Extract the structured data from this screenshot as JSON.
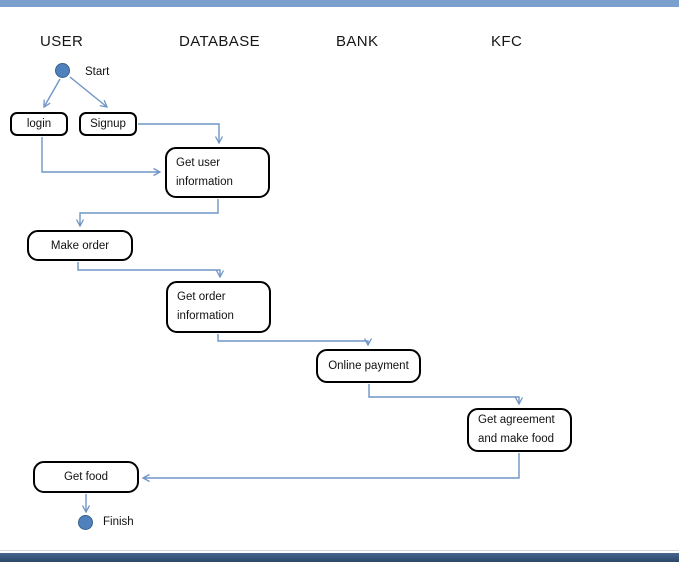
{
  "page": {
    "background": "#ffffff",
    "top_bar_color": "#7ca0cd",
    "bottom_bar_color": "#31507a",
    "connector_color": "#6f95c5",
    "node_fill": "#ffffff",
    "node_border_color": "#000000",
    "terminal_fill": "#4f81bd",
    "terminal_border_color": "#38618e"
  },
  "lanes": [
    "USER",
    "DATABASE",
    "BANK",
    "KFC"
  ],
  "diagram": {
    "start_label": "Start",
    "finish_label": "Finish",
    "nodes": {
      "login": "login",
      "signup": "Signup",
      "get_user_info": [
        "Get user",
        "information"
      ],
      "make_order": "Make order",
      "get_order_info": [
        "Get order",
        "information"
      ],
      "online_payment": "Online payment",
      "get_agreement": [
        "Get agreement",
        "and make food"
      ],
      "get_food": "Get food"
    }
  }
}
